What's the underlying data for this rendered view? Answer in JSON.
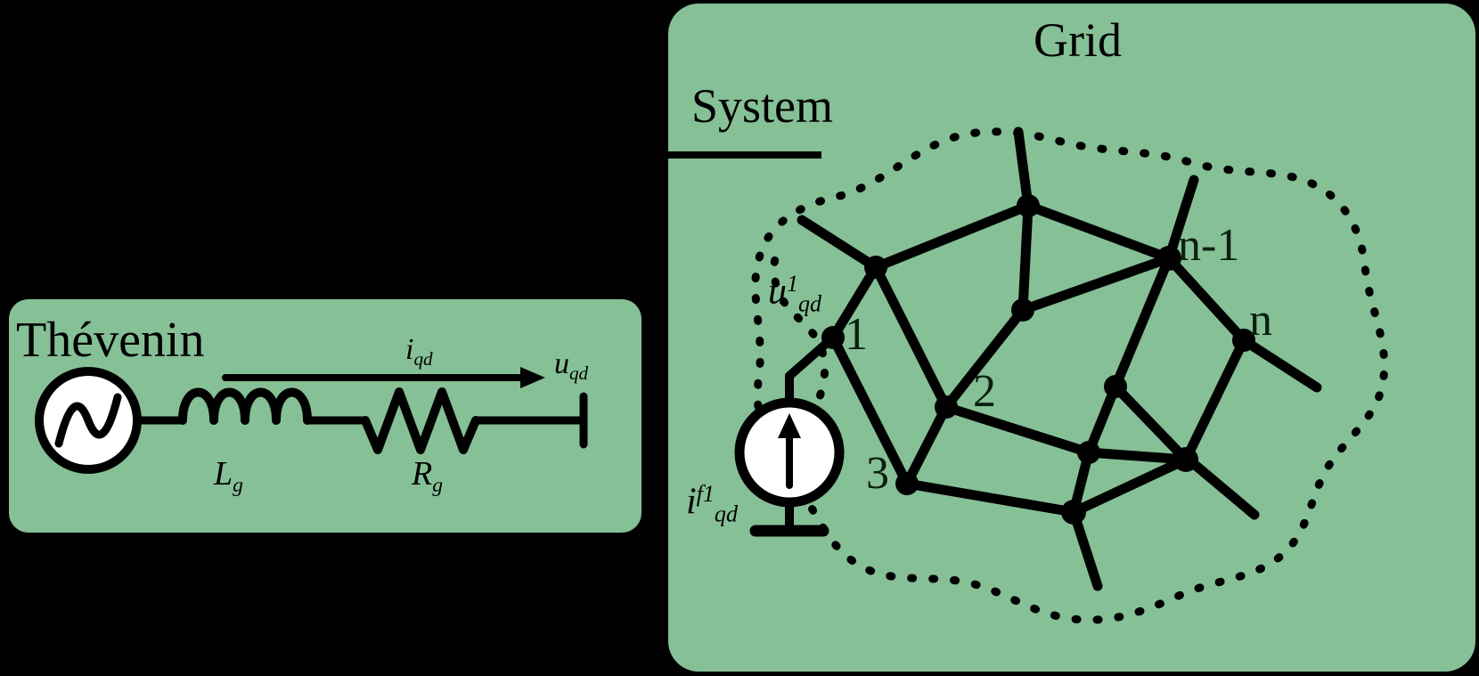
{
  "figure": {
    "background_color": "#000000",
    "panel_color": "#86c096",
    "stroke_color": "#000000",
    "node_label_color": "#0b2010"
  },
  "thevenin_panel": {
    "title": "Thévenin",
    "components": {
      "source": "ac-voltage-source",
      "inductor_label_base": "L",
      "inductor_label_sub": "g",
      "resistor_label_base": "R",
      "resistor_label_sub": "g"
    },
    "current_arrow": {
      "base": "i",
      "sub": "qd"
    },
    "terminal_voltage": {
      "base": "u",
      "sub": "qd"
    }
  },
  "grid_panel": {
    "title": "Grid",
    "subtitle": "System",
    "bus_voltage": {
      "base": "u",
      "sup": "1",
      "sub": "qd"
    },
    "fault_current": {
      "base": "i",
      "sup": "f1",
      "sub": "qd"
    },
    "node_labels": [
      "1",
      "2",
      "3",
      "n-1",
      "n"
    ],
    "source_symbol": "current-source-up-arrow",
    "ground_symbol": "ground"
  }
}
